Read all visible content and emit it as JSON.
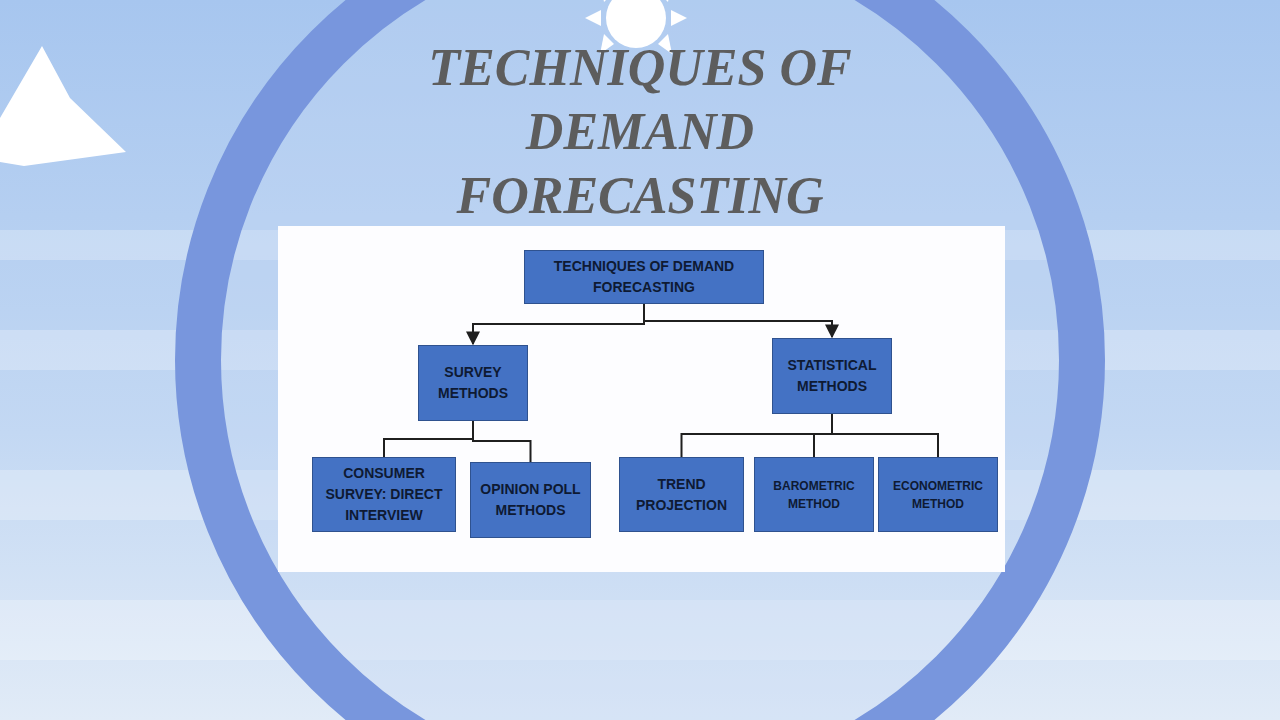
{
  "diagram": {
    "title": "TECHNIQUES OF DEMAND FORECASTING",
    "nodes": [
      {
        "text": [
          "TECHNIQUES OF DEMAND FORECASTING"
        ]
      },
      {
        "text": [
          "SURVEY METHODS"
        ]
      },
      {
        "text": [
          "STATISTICAL METHODS"
        ]
      },
      {
        "text": [
          "CONSUMER SURVEY: DIRECT INTERVIEW"
        ]
      },
      {
        "text": [
          "OPINION POLL METHODS"
        ]
      },
      {
        "text": [
          "TREND PROJECTION"
        ]
      },
      {
        "text": [
          "BAROMETRIC METHOD"
        ]
      },
      {
        "text": [
          "ECONOMETRIC METHOD"
        ]
      }
    ],
    "edges": [
      {
        "from": 0,
        "to": 1,
        "arrow": "to"
      },
      {
        "from": 0,
        "to": 2,
        "arrow": "to"
      },
      {
        "from": 1,
        "to": 3,
        "arrow": "none"
      },
      {
        "from": 1,
        "to": 4,
        "arrow": "none"
      },
      {
        "from": 2,
        "to": 5,
        "arrow": "none"
      },
      {
        "from": 2,
        "to": 6,
        "arrow": "none"
      },
      {
        "from": 2,
        "to": 7,
        "arrow": "none"
      }
    ]
  }
}
